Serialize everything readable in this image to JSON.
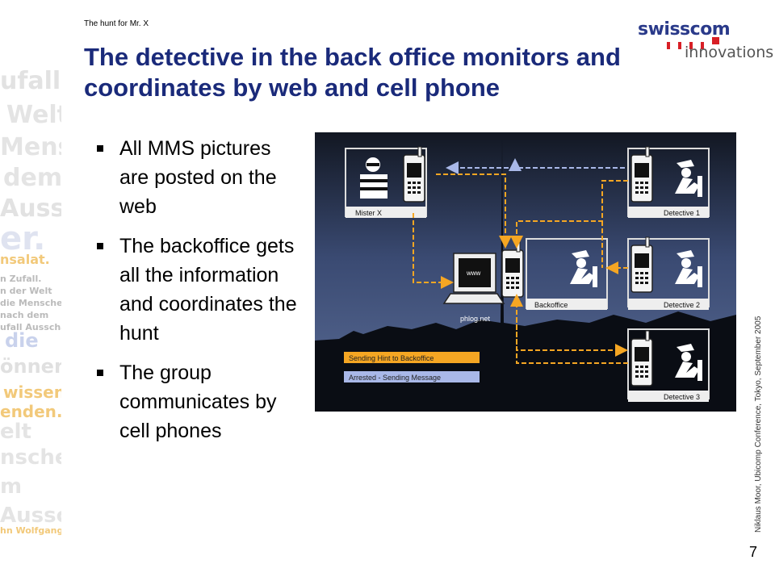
{
  "header": {
    "kicker": "The hunt for Mr. X",
    "title": "The detective in the back office monitors and coordinates by web and cell phone"
  },
  "bullets": [
    "All MMS pictures are posted on the web",
    "The backoffice gets all the information and coordinates the hunt",
    "The group communicates by cell phones"
  ],
  "logo": {
    "brand": "swisscom",
    "sub": "innovations"
  },
  "diagram": {
    "nodes": {
      "mister_x": "Mister X",
      "backoffice": "Backoffice",
      "detective1": "Detective 1",
      "detective2": "Detective 2",
      "detective3": "Detective 3",
      "web_screen": "www",
      "web_label": "phlog.net"
    },
    "legend": {
      "hint": "Sending Hint to Backoffice",
      "arrested": "Arrested - Sending Message"
    },
    "colors": {
      "hint_arrow": "#f5a623",
      "arrested_arrow": "#a9b8e8",
      "background": "#1c2233"
    }
  },
  "decoration": {
    "lines": [
      "ufall.",
      "Welt",
      "Mensc",
      "dem",
      "Aussc",
      "er.",
      "nsalat.",
      "n Zufall.",
      "n der Welt",
      "die Menschen",
      "nach dem",
      "ufall Ausscha",
      "die",
      "önnen",
      "wissen",
      "enden.",
      "elt",
      "nsche",
      "m",
      "Ausscha",
      "hn Wolfgang"
    ]
  },
  "footer": {
    "credit": "Niklaus Moor, Ubicomp Conference, Tokyo, September 2005",
    "page_number": "7"
  }
}
